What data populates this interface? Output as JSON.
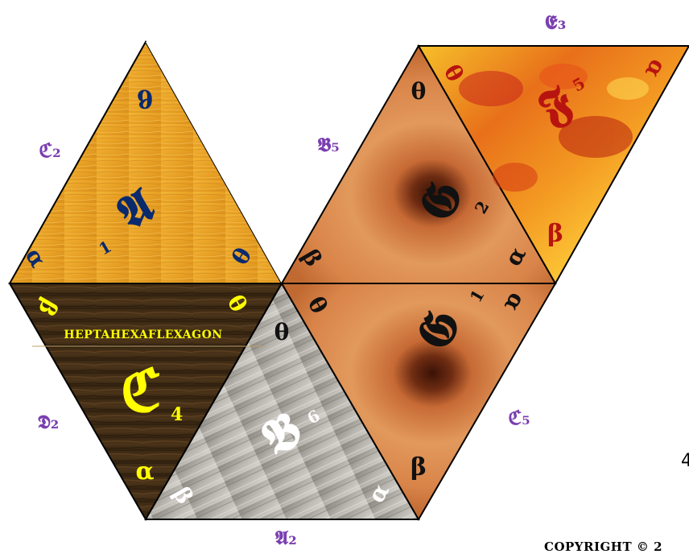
{
  "edge_labels": {
    "e3": "𝕰₃",
    "c2": "ℭ₂",
    "b5": "𝕭₅",
    "d2": "𝕯₂",
    "c5": "ℭ₅",
    "a2": "𝕬₂"
  },
  "faces": {
    "t1": {
      "big": "𝕬",
      "sub": "1",
      "c_top": "ϐ",
      "c_left": "α",
      "c_right": "θ",
      "texture": "light-wood"
    },
    "t3": {
      "big": "𝕲",
      "sub": "2",
      "c_top": "θ",
      "c_left": "β",
      "c_right": "α",
      "texture": "burl-wood"
    },
    "t4": {
      "big": "𝕱",
      "sub": "5",
      "c_left": "θ",
      "c_right": "α",
      "c_bottom": "β",
      "texture": "fire"
    },
    "t5": {
      "big": "ℭ",
      "sub": "4",
      "banner": "HEPTAHEXAFLEXAGON",
      "c_topleft": "β",
      "c_topright": "θ",
      "c_bottom": "α",
      "texture": "dark-wood"
    },
    "t6": {
      "big": "𝕭",
      "sub": "6",
      "c_top": "θ",
      "c_left": "β",
      "c_right": "α",
      "texture": "grey-wood"
    },
    "t7": {
      "big": "𝕲",
      "sub": "1",
      "c_topleft": "θ",
      "c_topright": "α",
      "c_bottom": "β",
      "texture": "burl-wood"
    }
  },
  "colors": {
    "edge_label": "#7a3fb0",
    "navy": "#0a2a6e",
    "yellow": "#ffff00",
    "red": "#c81414",
    "black": "#111111",
    "white": "#ffffff"
  },
  "copyright": "COPYRIGHT © 2",
  "right_edge_mark": "4"
}
